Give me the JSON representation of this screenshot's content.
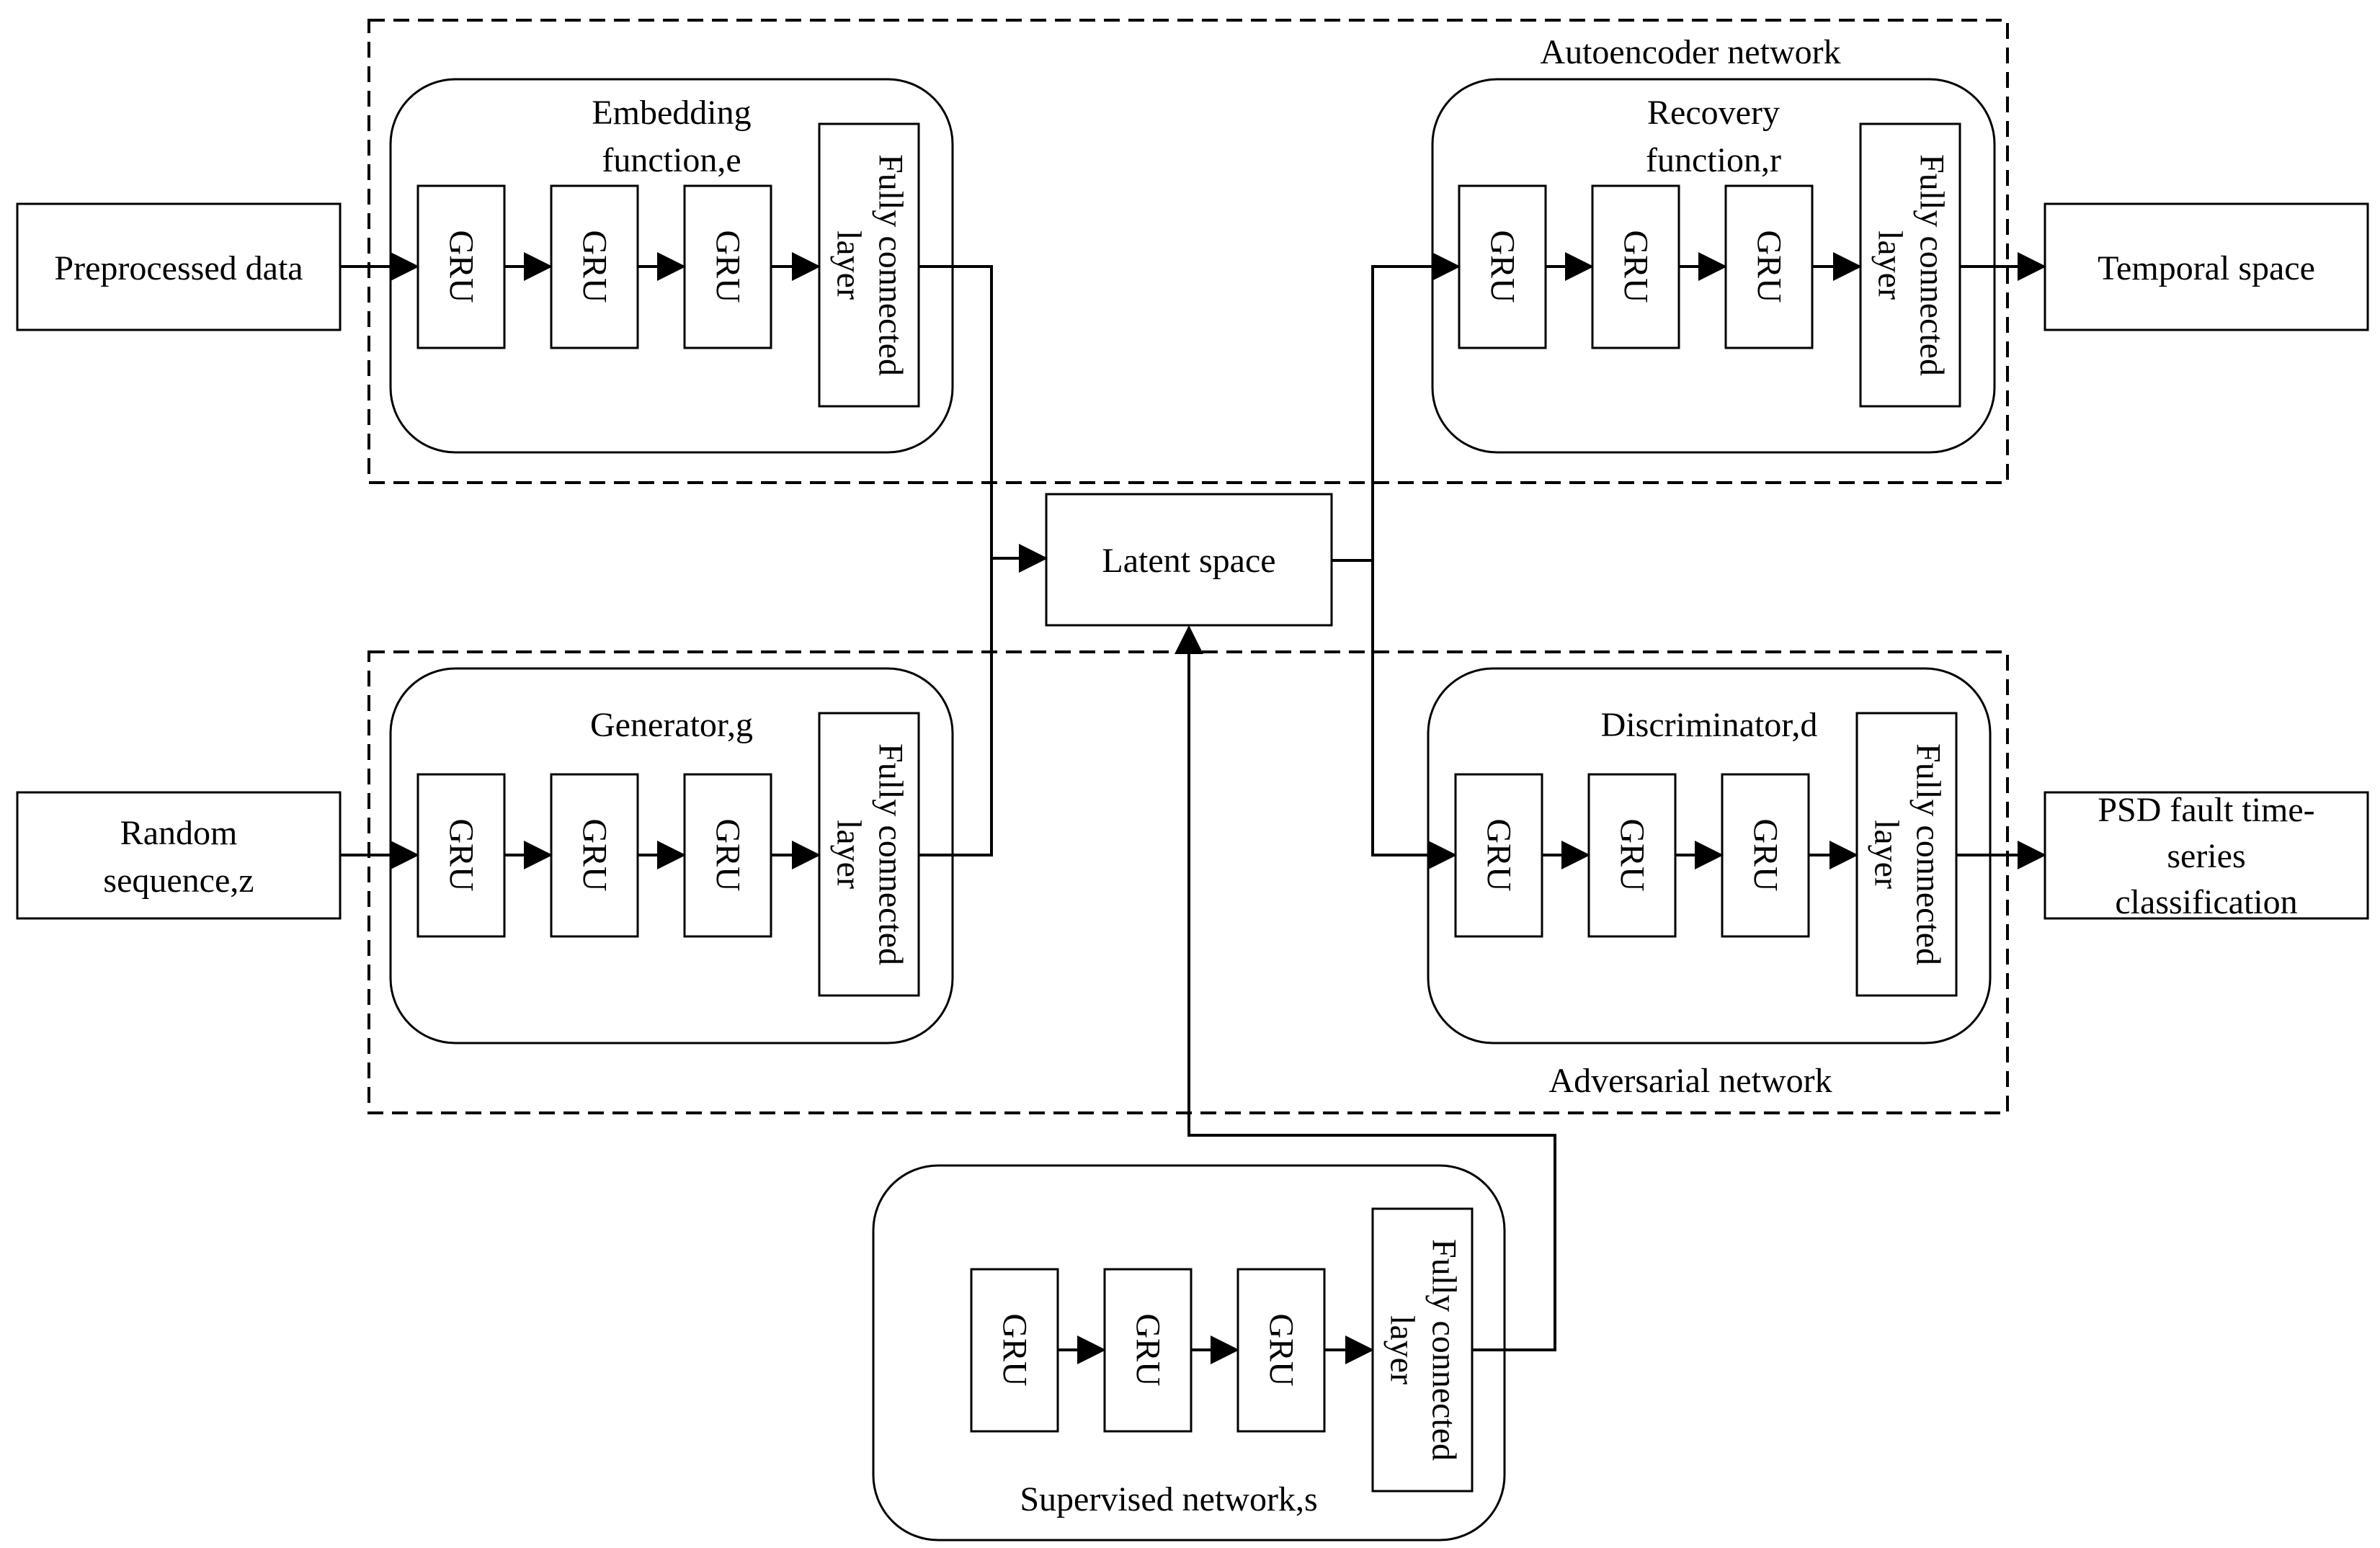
{
  "regions": {
    "autoencoder": "Autoencoder network",
    "adversarial": "Adversarial network"
  },
  "inputs": {
    "preprocessed": "Preprocessed data",
    "random_line1": "Random",
    "random_line2": "sequence,z"
  },
  "outputs": {
    "temporal": "Temporal space",
    "psd_line1": "PSD fault time-",
    "psd_line2": "series",
    "psd_line3": "classification"
  },
  "latent": "Latent space",
  "modules": {
    "embedding_line1": "Embedding",
    "embedding_line2": "function,e",
    "recovery_line1": "Recovery",
    "recovery_line2": "function,r",
    "generator": "Generator,g",
    "discriminator": "Discriminator,d",
    "supervised": "Supervised network,s"
  },
  "blocks": {
    "gru": "GRU",
    "fc_line1": "Fully connected",
    "fc_line2": "layer"
  }
}
